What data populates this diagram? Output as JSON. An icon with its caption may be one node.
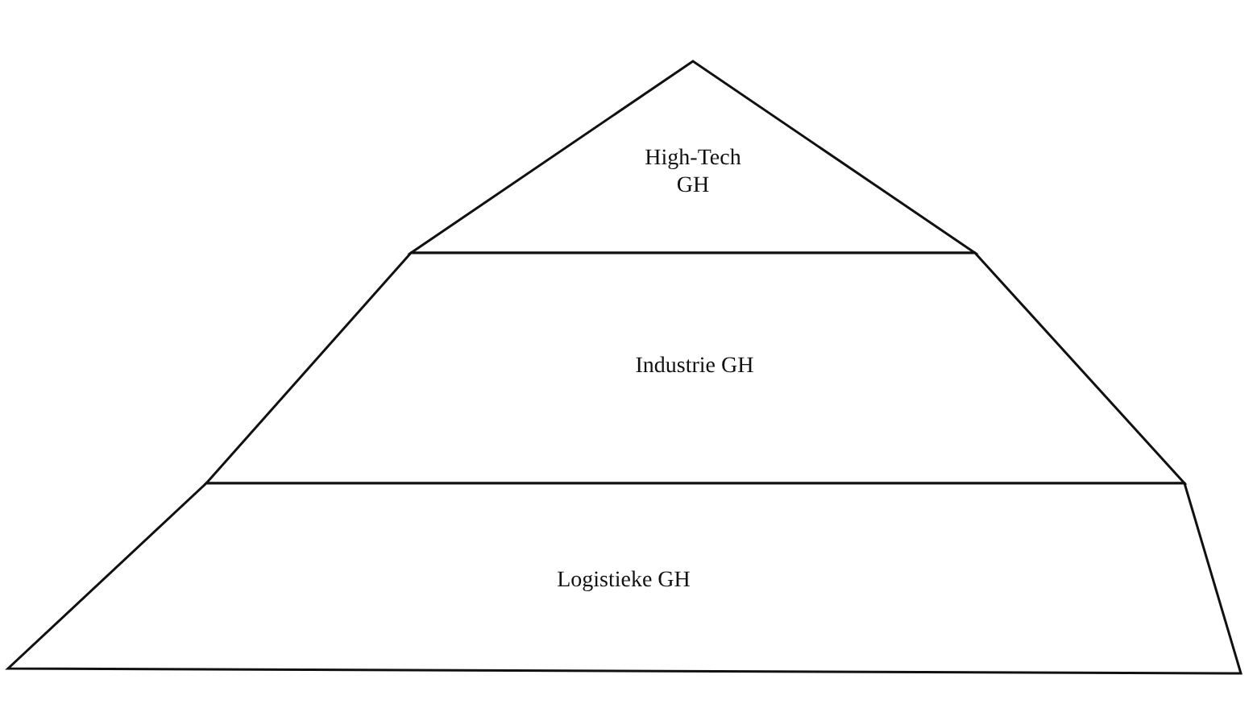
{
  "diagram": {
    "nodes": [
      {
        "text": [
          "High-Tech GH"
        ]
      },
      {
        "text": [
          "Industrie GH"
        ]
      },
      {
        "text": [
          "Logistieke GH"
        ]
      }
    ]
  }
}
